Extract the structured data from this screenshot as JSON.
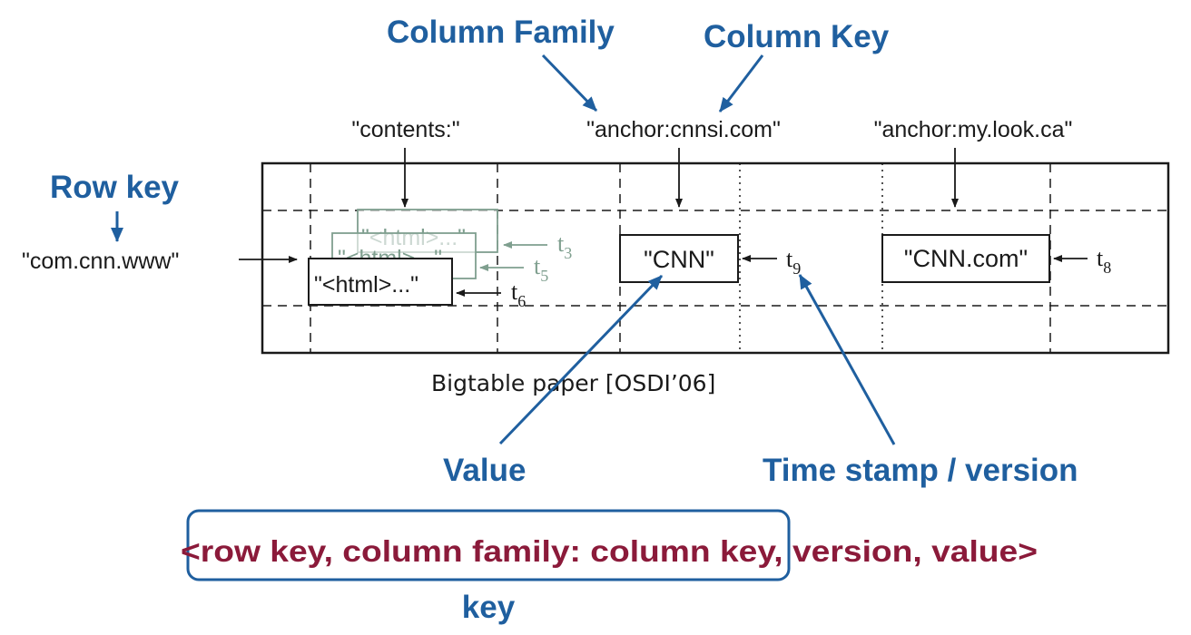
{
  "annotations": {
    "column_family": "Column Family",
    "column_key": "Column Key",
    "row_key": "Row key",
    "value": "Value",
    "timestamp": "Time stamp / version",
    "key": "key"
  },
  "columns": {
    "contents": "\"contents:\"",
    "anchor_cnnsi": "\"anchor:cnnsi.com\"",
    "anchor_mylook": "\"anchor:my.look.ca\""
  },
  "row": {
    "key": "\"com.cnn.www\""
  },
  "cells": {
    "html_back": "\"<html>...\"",
    "html_mid": "\"<html>...\"",
    "html_front": "\"<html>...\"",
    "cnn": "\"CNN\"",
    "cnn_com": "\"CNN.com\""
  },
  "timestamps": {
    "t3": {
      "base": "t",
      "sub": "3"
    },
    "t5": {
      "base": "t",
      "sub": "5"
    },
    "t6": {
      "base": "t",
      "sub": "6"
    },
    "t9": {
      "base": "t",
      "sub": "9"
    },
    "t8": {
      "base": "t",
      "sub": "8"
    }
  },
  "caption": "Bigtable paper [OSDI’06]",
  "formula": "<row key, column family: column key, version, value>",
  "colors": {
    "annotation_blue": "#1f5f9f",
    "formula_red": "#8b1a3a",
    "faded_version": "#7f9f8f"
  }
}
